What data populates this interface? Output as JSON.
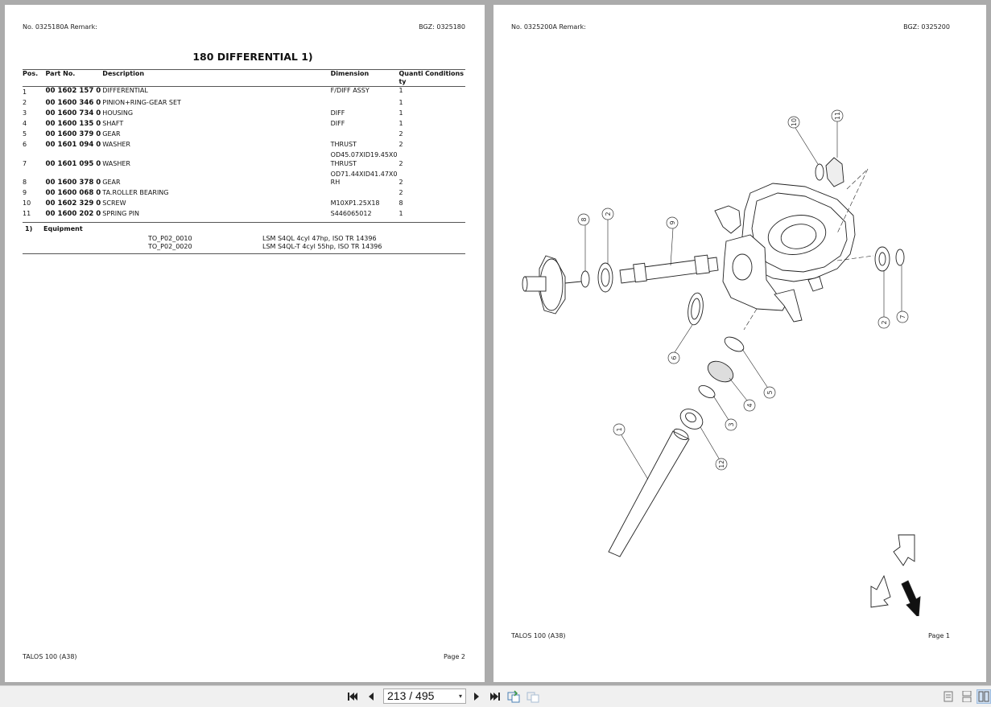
{
  "left_page": {
    "header_left": "No. 0325180A   Remark:",
    "header_right": "BGZ: 0325180",
    "title": "180 DIFFERENTIAL  1)",
    "columns": [
      "Pos.",
      "Part No.",
      "Description",
      "Dimension",
      "Quanti ty",
      "Conditions"
    ],
    "rows": [
      {
        "pos": "1",
        "part_no": "00 1602 157 0",
        "description": "DIFFERENTIAL",
        "dimension": "F/DIFF ASSY",
        "quantity": "1"
      },
      {
        "pos": "2",
        "part_no": "00 1600 346 0",
        "description": "PINION+RING-GEAR SET",
        "dimension": "",
        "quantity": "1"
      },
      {
        "pos": "3",
        "part_no": "00 1600 734 0",
        "description": "HOUSING",
        "dimension": "DIFF",
        "quantity": "1"
      },
      {
        "pos": "4",
        "part_no": "00 1600 135 0",
        "description": "SHAFT",
        "dimension": "DIFF",
        "quantity": "1"
      },
      {
        "pos": "5",
        "part_no": "00 1600 379 0",
        "description": "GEAR",
        "dimension": "",
        "quantity": "2"
      },
      {
        "pos": "6",
        "part_no": "00 1601 094 0",
        "description": "WASHER",
        "dimension": "THRUST",
        "quantity": "2"
      },
      {
        "pos": "",
        "part_no": "",
        "description": "",
        "dimension": "OD45.07XID19.45X0",
        "quantity": ""
      },
      {
        "pos": "7",
        "part_no": "00 1601 095 0",
        "description": "WASHER",
        "dimension": "THRUST",
        "quantity": "2"
      },
      {
        "pos": "",
        "part_no": "",
        "description": "",
        "dimension": "OD71.44XID41.47X0",
        "quantity": ""
      },
      {
        "pos": "8",
        "part_no": "00 1600 378 0",
        "description": "GEAR",
        "dimension": "RH",
        "quantity": "2"
      },
      {
        "pos": "9",
        "part_no": "00 1600 068 0",
        "description": "TA.ROLLER BEARING",
        "dimension": "",
        "quantity": "2"
      },
      {
        "pos": "10",
        "part_no": "00 1602 329 0",
        "description": "SCREW",
        "dimension": "M10XP1.25X18",
        "quantity": "8"
      },
      {
        "pos": "11",
        "part_no": "00 1600 202 0",
        "description": "SPRING PIN",
        "dimension": "S446065012",
        "quantity": "1"
      }
    ],
    "equipment": {
      "marker": "1)",
      "label": "Equipment",
      "items": [
        {
          "code": "TO_P02_0010",
          "text": "LSM S4QL 4cyl 47hp, ISO TR 14396"
        },
        {
          "code": "TO_P02_0020",
          "text": "LSM S4QL-T 4cyl 55hp, ISO TR 14396"
        }
      ]
    },
    "footer_left": "TALOS 100 (A38)",
    "footer_right": "Page 2"
  },
  "right_page": {
    "header_left": "No. 0325200A   Remark:",
    "header_right": "BGZ: 0325200",
    "callouts": [
      "1",
      "2",
      "2",
      "3",
      "4",
      "5",
      "6",
      "7",
      "8",
      "9",
      "10",
      "11",
      "12"
    ],
    "footer_left": "TALOS 100 (A38)",
    "footer_right": "Page 1"
  },
  "toolbar": {
    "page_indicator": "213 / 495",
    "icons": [
      "first-page-icon",
      "prev-page-icon",
      "next-page-icon",
      "last-page-icon",
      "go-back-view-icon",
      "go-forward-view-icon",
      "single-page-view-icon",
      "continuous-view-icon",
      "two-page-view-icon"
    ]
  }
}
